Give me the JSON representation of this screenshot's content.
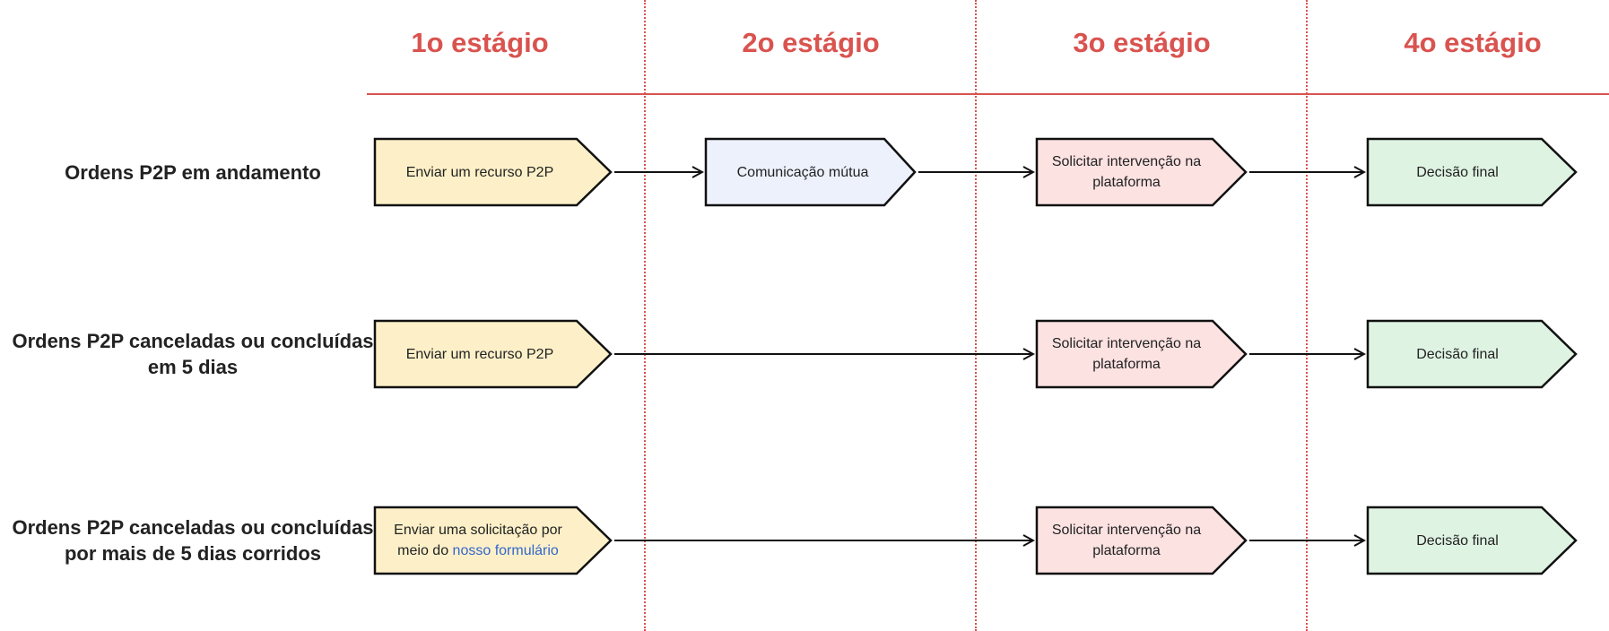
{
  "stages": [
    "1o estágio",
    "2o estágio",
    "3o estágio",
    "4o estágio"
  ],
  "rows": [
    {
      "label": "Ordens P2P em andamento",
      "box1": "Enviar um recurso P2P",
      "box2": "Comunicação mútua",
      "box3": "Solicitar intervenção na plataforma",
      "box4": "Decisão final"
    },
    {
      "label": "Ordens P2P canceladas ou concluídas em 5 dias",
      "box1": "Enviar um recurso P2P",
      "box3": "Solicitar intervenção na plataforma",
      "box4": "Decisão final"
    },
    {
      "label": "Ordens P2P canceladas ou concluídas por mais de 5 dias corridos",
      "box1_prefix": "Enviar uma solicitação por meio do",
      "box1_link": "nosso formulário",
      "box3": "Solicitar intervenção na plataforma",
      "box4": "Decisão final"
    }
  ],
  "colors": {
    "accent": "#d9534f",
    "stage1_fill": "#fdf0c8",
    "stage2_fill": "#edf1fb",
    "stage3_fill": "#fde2e2",
    "stage4_fill": "#dff3e3",
    "link": "#3366cc"
  }
}
